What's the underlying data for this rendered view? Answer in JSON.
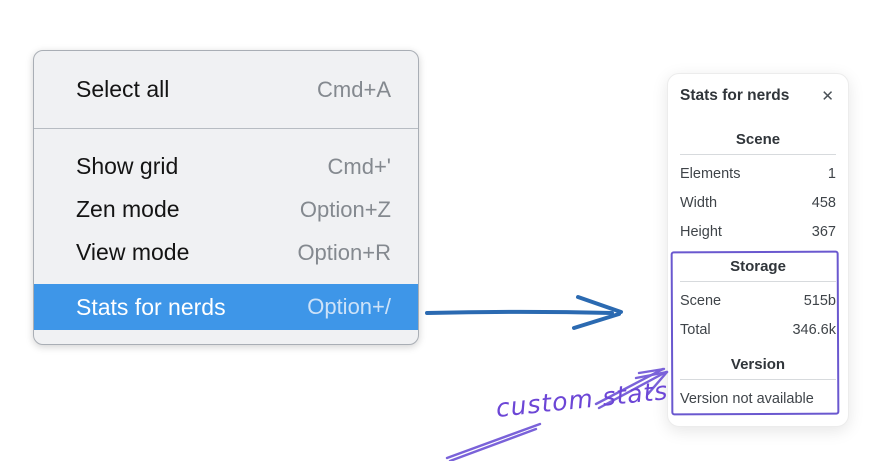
{
  "menu": {
    "items": [
      {
        "label": "Select all",
        "shortcut": "Cmd+A"
      },
      {
        "label": "Show grid",
        "shortcut": "Cmd+'"
      },
      {
        "label": "Zen mode",
        "shortcut": "Option+Z"
      },
      {
        "label": "View mode",
        "shortcut": "Option+R"
      },
      {
        "label": "Stats for nerds",
        "shortcut": "Option+/",
        "highlighted": true
      }
    ],
    "highlight_color": "#3e96e8"
  },
  "panel": {
    "title": "Stats for nerds",
    "close_icon": "✕",
    "sections": [
      {
        "title": "Scene",
        "rows": [
          {
            "label": "Elements",
            "value": "1"
          },
          {
            "label": "Width",
            "value": "458"
          },
          {
            "label": "Height",
            "value": "367"
          }
        ]
      },
      {
        "title": "Storage",
        "rows": [
          {
            "label": "Scene",
            "value": "515b"
          },
          {
            "label": "Total",
            "value": "346.6k"
          }
        ]
      },
      {
        "title": "Version",
        "note": "Version not available"
      }
    ]
  },
  "annotation": {
    "label": "custom stats",
    "purple": "#6c46d6",
    "box_purple": "#6a58cf",
    "arrow_blue": "#2b6ab1"
  }
}
